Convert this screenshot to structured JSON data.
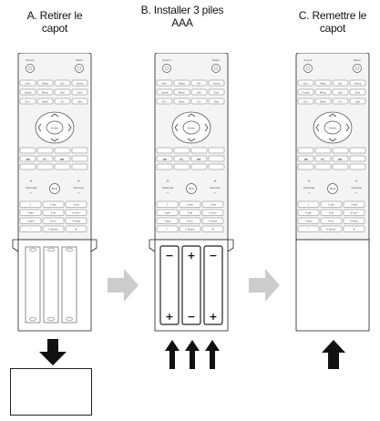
{
  "steps": [
    {
      "id": "A",
      "title_line1": "A. Retirer le",
      "title_line2": "capot"
    },
    {
      "id": "B",
      "title_line1": "B. Installer 3 piles",
      "title_line2": "AAA"
    },
    {
      "id": "C",
      "title_line1": "C. Remettre le",
      "title_line2": "capot"
    }
  ],
  "remote": {
    "top_labels": [
      "Source",
      "Power"
    ],
    "row1": [
      "Vol+",
      "Mute",
      "Vol-",
      "Home"
    ],
    "row2": [
      "Guide",
      "Menu",
      "Info",
      "Exit"
    ],
    "row3": [
      "Ch+",
      "Back",
      "Ch-",
      "Opt"
    ],
    "center": "Enter",
    "channel_label": "Channel",
    "volume_label": "Volume",
    "mute_label": "Mute",
    "keypad": [
      "1",
      "2 abc",
      "3 def",
      "4 ghi",
      "5 jkl",
      "6 mno",
      "7 pqrs",
      "8 tuv",
      "9 wxyz",
      "*",
      "0 Space",
      "#"
    ]
  },
  "battery_polarity": {
    "left": [
      "−",
      "+"
    ],
    "middle": [
      "+",
      "−"
    ],
    "right": [
      "−",
      "+"
    ]
  },
  "colors": {
    "outline": "#222222",
    "remote_fill": "#f4f4f4",
    "arrow_gray": "#cccccc",
    "arrow_dark": "#111111"
  }
}
